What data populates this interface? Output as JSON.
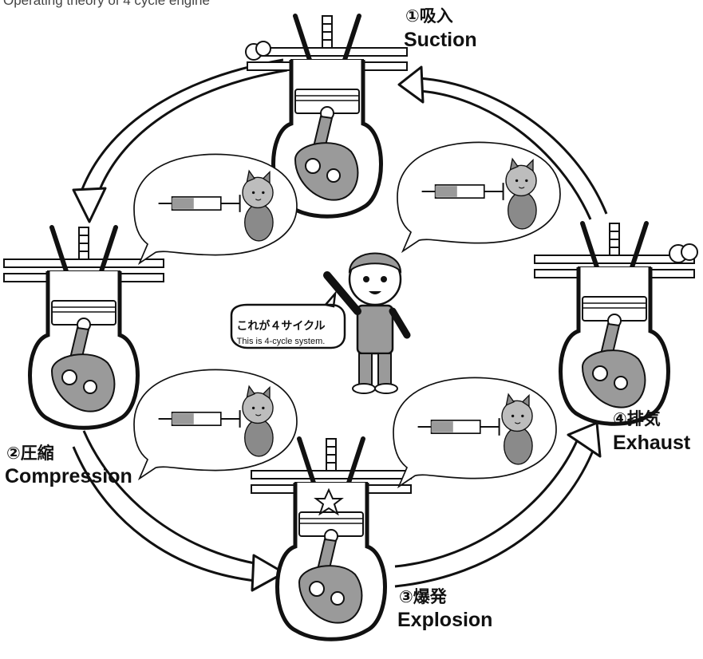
{
  "title": "Operating theory of 4 cycle engine",
  "steps": {
    "suction": {
      "jp": "①吸入",
      "en": "Suction"
    },
    "compression": {
      "jp": "②圧縮",
      "en": "Compression"
    },
    "explosion": {
      "jp": "③爆発",
      "en": "Explosion"
    },
    "exhaust": {
      "jp": "④排気",
      "en": "Exhaust"
    }
  },
  "speech": {
    "jp": "これが４サイクル",
    "en": "This is 4-cycle system."
  },
  "colors": {
    "ink": "#111111",
    "fill": "#8a8a8a",
    "light": "#d8d8d8",
    "paper": "#ffffff"
  }
}
